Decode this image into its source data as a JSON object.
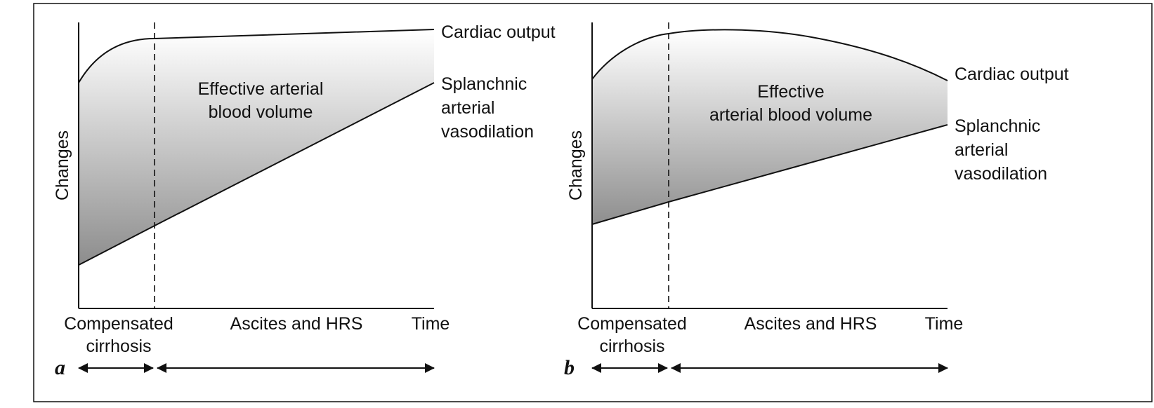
{
  "panels": [
    {
      "id": "a",
      "letter": "a",
      "y_axis_label": "Changes",
      "x_tick_labels": [
        "Compensated",
        "cirrhosis",
        "Ascites and HRS",
        "Time"
      ],
      "curve_labels": {
        "cardiac_output": [
          "Cardiac output"
        ],
        "splanchnic": [
          "Splanchnic",
          "arterial",
          "vasodilation"
        ]
      },
      "region_label": [
        "Effective arterial",
        "blood volume"
      ]
    },
    {
      "id": "b",
      "letter": "b",
      "y_axis_label": "Changes",
      "x_tick_labels": [
        "Compensated",
        "cirrhosis",
        "Ascites and HRS",
        "Time"
      ],
      "curve_labels": {
        "cardiac_output": [
          "Cardiac output"
        ],
        "splanchnic": [
          "Splanchnic",
          "arterial",
          "vasodilation"
        ]
      },
      "region_label": [
        "Effective",
        "arterial blood volume"
      ]
    }
  ],
  "colors": {
    "line": "#111111",
    "gradient_top": "#ffffff",
    "gradient_bottom": "#8c8c8c"
  }
}
